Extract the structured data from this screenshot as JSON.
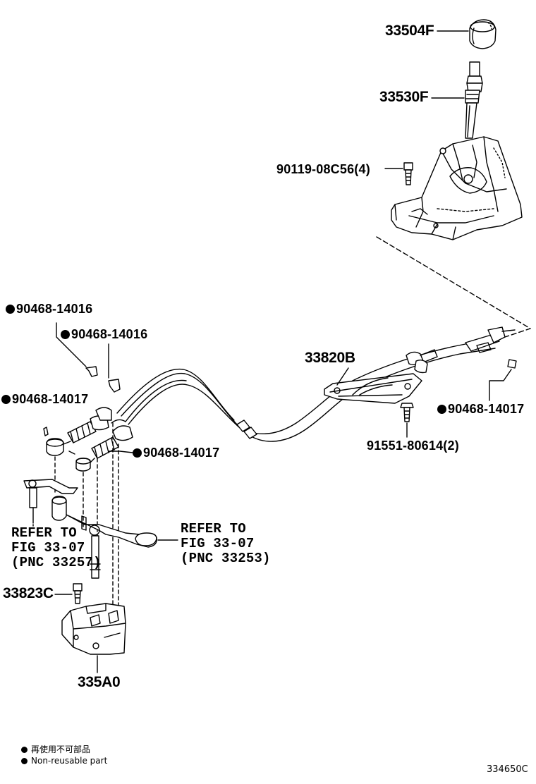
{
  "parts": {
    "knob": "33504F",
    "boot": "33530F",
    "bolt_lever": "90119-08C56(4)",
    "cable_assy": "33820B",
    "bolt_bracket": "91551-80614(2)",
    "clip_a1": "90468-14016",
    "clip_a2": "90468-14016",
    "clip_b1": "90468-14017",
    "clip_b2": "90468-14017",
    "clip_b3": "90468-14017",
    "bolt_lower": "33823C",
    "lower_bracket": "335A0"
  },
  "refs": {
    "left": {
      "line1": "REFER TO",
      "line2": "FIG 33-07",
      "line3": "(PNC 33257)"
    },
    "right": {
      "line1": "REFER TO",
      "line2": "FIG 33-07",
      "line3": "(PNC 33253)"
    }
  },
  "legend": {
    "line1": "再使用不可部品",
    "line2": "Non-reusable part"
  },
  "figure_id": "334650C"
}
